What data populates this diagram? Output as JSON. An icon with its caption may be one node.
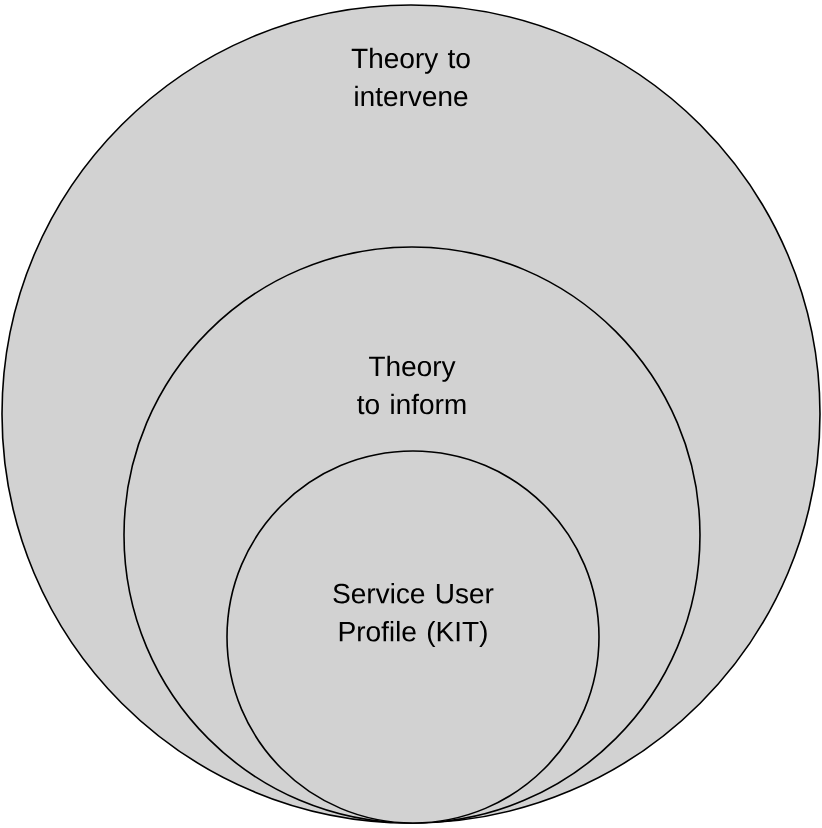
{
  "diagram": {
    "nodes": [
      {
        "text": [
          "Theory to intervene"
        ]
      },
      {
        "text": [
          "Theory to inform"
        ],
        "in": 0
      },
      {
        "text": [
          "Service User Profile (KIT)"
        ],
        "in": 1
      }
    ]
  }
}
